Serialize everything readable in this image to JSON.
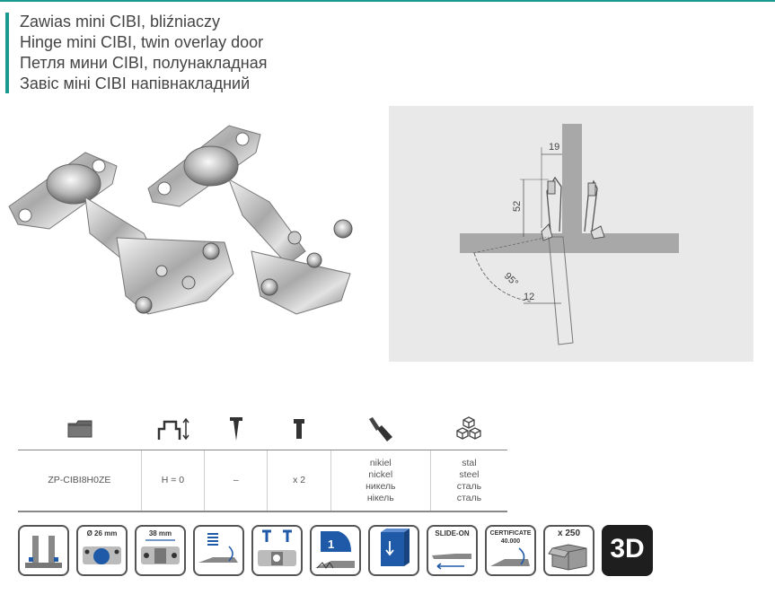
{
  "titles": {
    "pl": "Zawias mini CIBI, bliźniaczy",
    "en": "Hinge mini CIBI, twin overlay door",
    "ru": "Петля мини CIBI, полунакладная",
    "uk": "Завіс міні CIBI напівнакладний"
  },
  "drawing": {
    "dim_top": "19",
    "dim_height": "52",
    "dim_angle": "95°",
    "dim_bottom": "12"
  },
  "spec": {
    "header_icons": [
      "folder-icon",
      "height-adjust-icon",
      "wood-screw-icon",
      "bolt-screw-icon",
      "paint-brush-icon",
      "cubes-icon"
    ],
    "code": "ZP-CIBI8H0ZE",
    "height": "H = 0",
    "wood_screw": "–",
    "bolt_screw": "x 2",
    "finish": [
      "nikiel",
      "nickel",
      "никель",
      "нікель"
    ],
    "material": [
      "stal",
      "steel",
      "сталь",
      "сталь"
    ]
  },
  "features": {
    "diameter": "Ø 26 mm",
    "spacing": "38 mm",
    "slide_on": "SLIDE-ON",
    "certificate_line1": "CERTIFICATE",
    "certificate_line2": "40.000",
    "pack": "x 250",
    "three_d": "3D",
    "step": "1"
  },
  "colors": {
    "accent": "#1a9a8e",
    "drawing_bg": "#e9e9e9",
    "blue": "#1e5aa8"
  }
}
